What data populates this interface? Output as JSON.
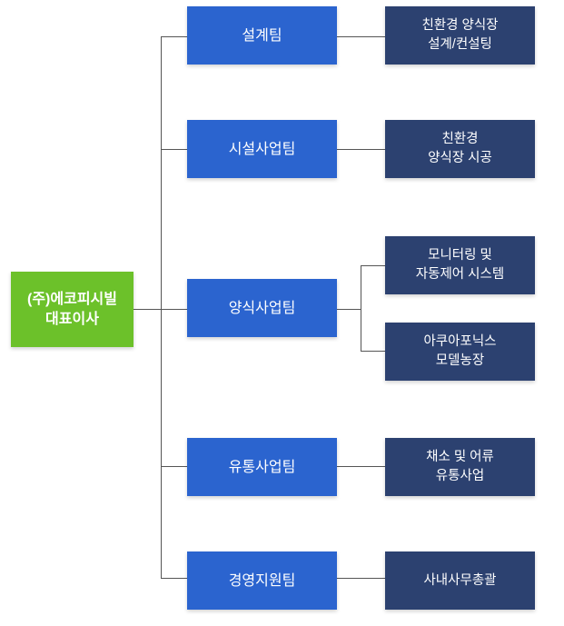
{
  "root": {
    "line1": "(주)에코피시빌",
    "line2": "대표이사"
  },
  "teams": [
    {
      "name": "설계팀",
      "functions": [
        {
          "line1": "친환경 양식장",
          "line2": "설계/컨설팅"
        }
      ]
    },
    {
      "name": "시설사업팀",
      "functions": [
        {
          "line1": "친환경",
          "line2": "양식장 시공"
        }
      ]
    },
    {
      "name": "양식사업팀",
      "functions": [
        {
          "line1": "모니터링 및",
          "line2": "자동제어 시스템"
        },
        {
          "line1": "아쿠아포닉스",
          "line2": "모델농장"
        }
      ]
    },
    {
      "name": "유통사업팀",
      "functions": [
        {
          "line1": "채소 및 어류",
          "line2": "유통사업"
        }
      ]
    },
    {
      "name": "경영지원팀",
      "functions": [
        {
          "line1": "사내사무총괄",
          "line2": ""
        }
      ]
    }
  ]
}
